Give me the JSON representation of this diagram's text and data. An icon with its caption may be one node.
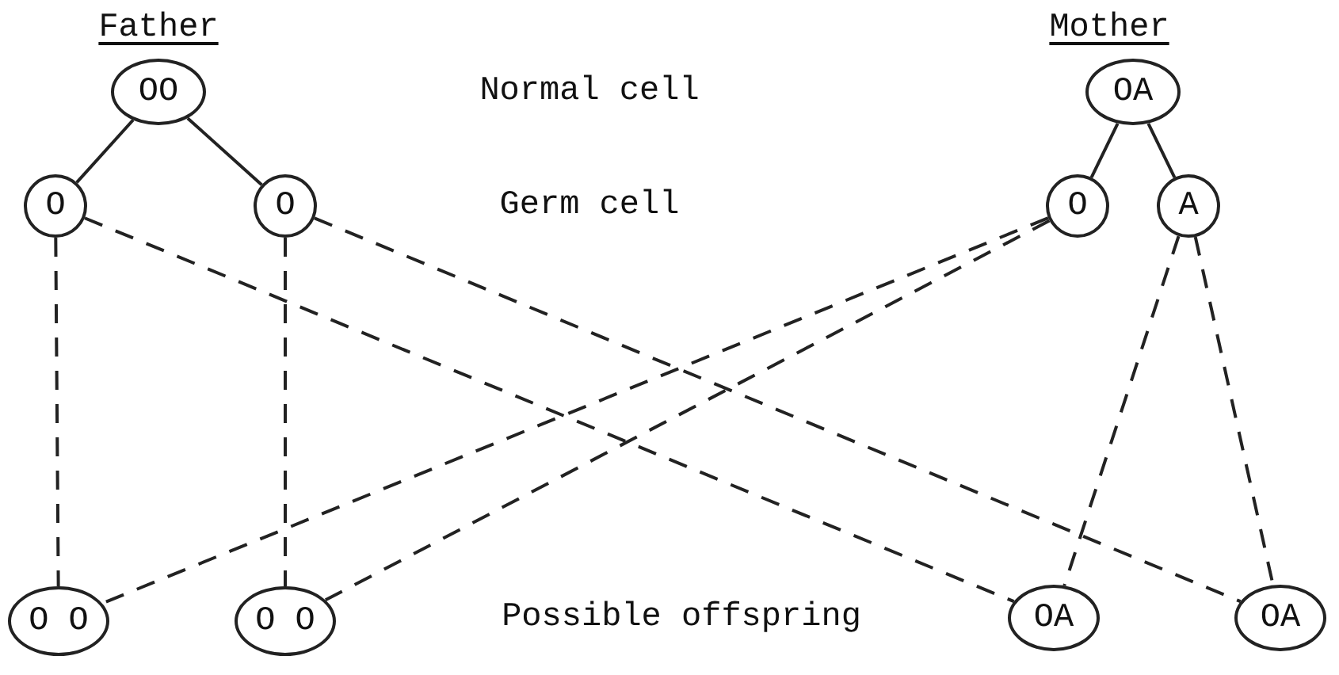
{
  "diagram": {
    "nodes": [
      {
        "text": [
          "OO"
        ]
      },
      {
        "text": [
          "O"
        ]
      },
      {
        "text": [
          "O"
        ]
      },
      {
        "text": [
          "OA"
        ]
      },
      {
        "text": [
          "O"
        ]
      },
      {
        "text": [
          "A"
        ]
      },
      {
        "text": [
          "O O"
        ]
      },
      {
        "text": [
          "O O"
        ]
      },
      {
        "text": [
          "OA"
        ]
      },
      {
        "text": [
          "OA"
        ]
      }
    ],
    "edges": [
      {
        "from": 0,
        "to": 1,
        "arrow": "none"
      },
      {
        "from": 0,
        "to": 2,
        "arrow": "none"
      },
      {
        "from": 3,
        "to": 4,
        "arrow": "none"
      },
      {
        "from": 3,
        "to": 5,
        "arrow": "none"
      },
      {
        "from": 1,
        "to": 6,
        "arrow": "none",
        "style": "dashed"
      },
      {
        "from": 2,
        "to": 7,
        "arrow": "none",
        "style": "dashed"
      },
      {
        "from": 1,
        "to": 8,
        "arrow": "none",
        "style": "dashed"
      },
      {
        "from": 2,
        "to": 9,
        "arrow": "none",
        "style": "dashed"
      },
      {
        "from": 4,
        "to": 6,
        "arrow": "none",
        "style": "dashed"
      },
      {
        "from": 4,
        "to": 7,
        "arrow": "none",
        "style": "dashed"
      },
      {
        "from": 5,
        "to": 8,
        "arrow": "none",
        "style": "dashed"
      },
      {
        "from": 5,
        "to": 9,
        "arrow": "none",
        "style": "dashed"
      }
    ],
    "labels": [
      "Father",
      "Mother",
      "Normal cell",
      "Germ cell",
      "Possible offspring"
    ]
  }
}
